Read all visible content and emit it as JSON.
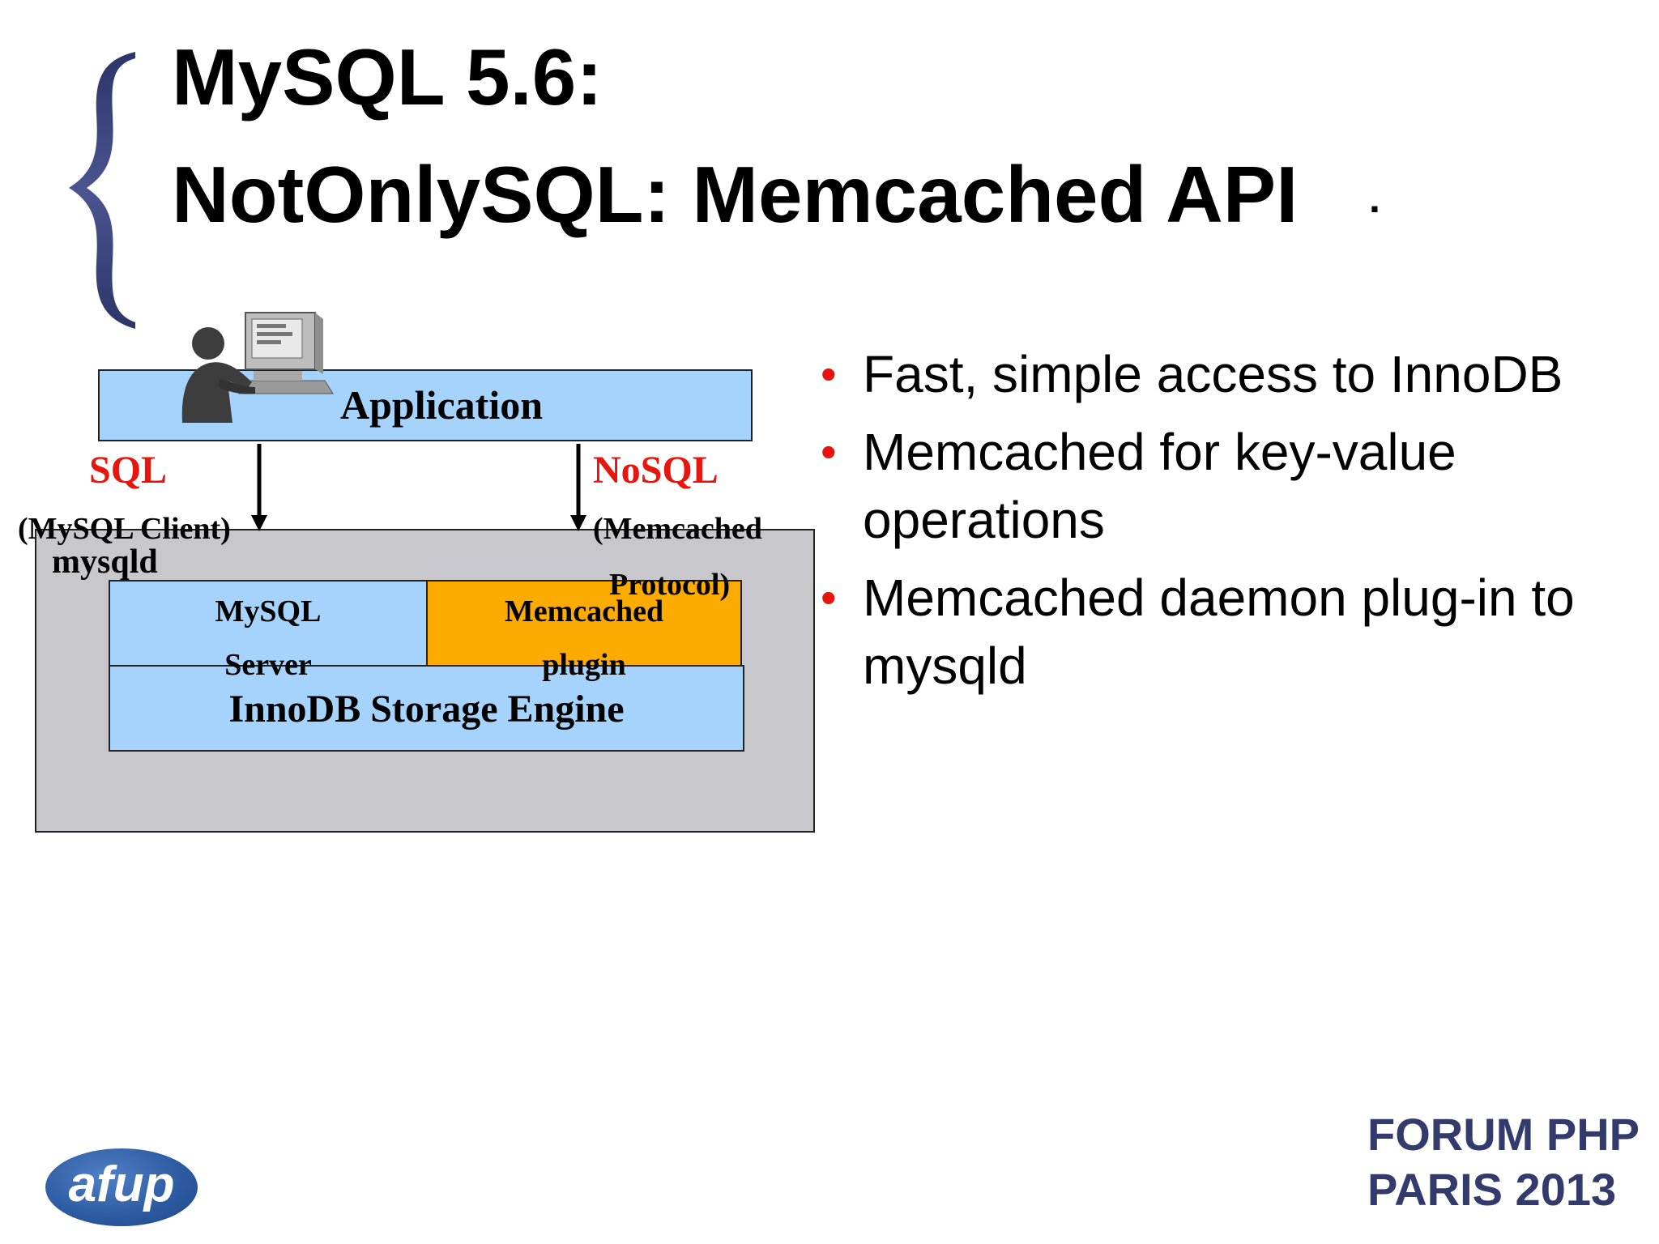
{
  "slide": {
    "title_line1": "MySQL 5.6:",
    "title_line2": "NotOnlySQL: Memcached API",
    "title_period": "."
  },
  "diagram": {
    "application": "Application",
    "sql": "SQL",
    "mysql_client": "(MySQL Client)",
    "nosql": "NoSQL",
    "memcached_protocol_1": "(Memcached",
    "memcached_protocol_2": "Protocol)",
    "mysqld": "mysqld",
    "mysql_server_1": "MySQL",
    "mysql_server_2": "Server",
    "memcached_plugin_1": "Memcached",
    "memcached_plugin_2": "plugin",
    "innodb": "InnoDB Storage Engine"
  },
  "bullets": [
    "Fast, simple access to InnoDB",
    "Memcached for key-value operations",
    "Memcached daemon plug-in to mysqld"
  ],
  "footer": {
    "forum_line1": "FORUM PHP",
    "forum_line2": "PARIS 2013",
    "logo_text": "afup"
  },
  "colors": {
    "blue_box": "#a6d3fb",
    "orange_box": "#fcab00",
    "gray_box": "#c8c7cb",
    "red_text": "#e8150f",
    "navy_text": "#323b6c"
  },
  "icons": {
    "brace": "curly-brace-icon",
    "user": "user-at-computer-icon",
    "logo": "afup-logo"
  }
}
